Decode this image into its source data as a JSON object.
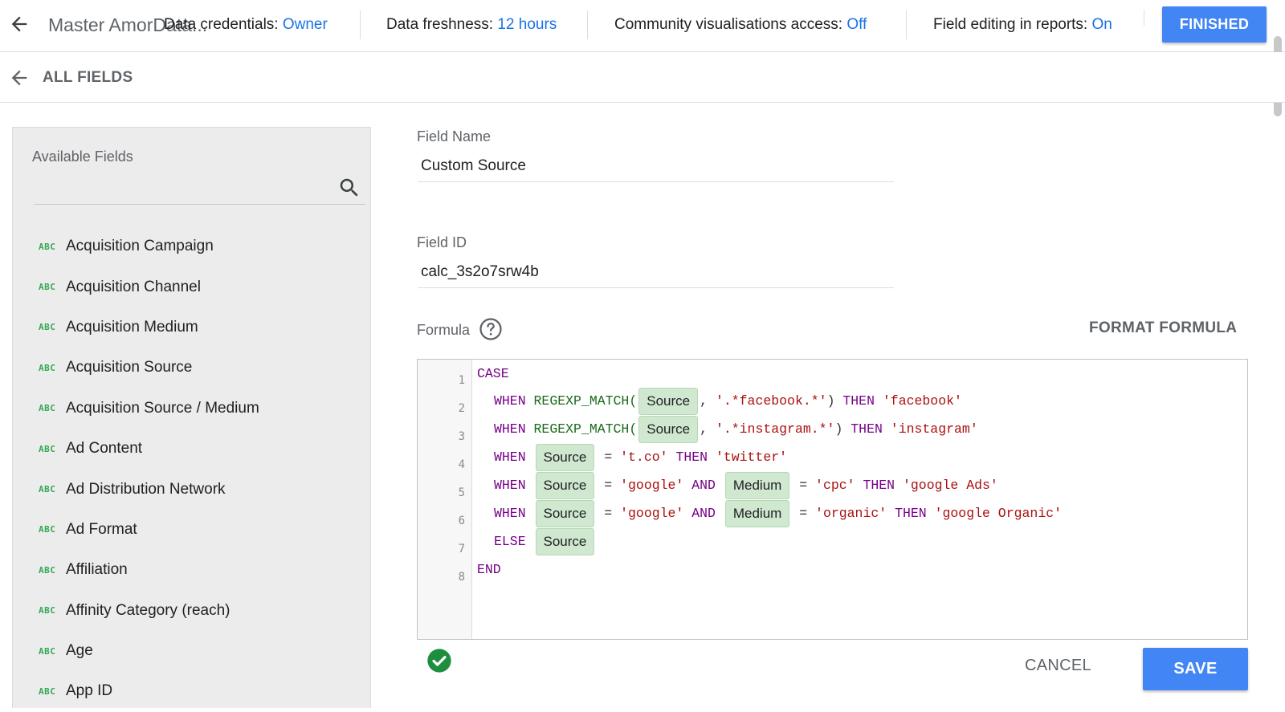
{
  "topbar": {
    "title": "Master AmorData...",
    "settings": [
      {
        "label": "Data credentials: ",
        "value": "Owner"
      },
      {
        "label": "Data freshness: ",
        "value": "12 hours"
      },
      {
        "label": "Community visualisations access: ",
        "value": "Off"
      },
      {
        "label": "Field editing in reports: ",
        "value": "On"
      }
    ],
    "finished_label": "FINISHED"
  },
  "subbar": {
    "label": "ALL FIELDS"
  },
  "fields_panel": {
    "heading": "Available Fields",
    "search_value": "",
    "type_badge": "ABC",
    "items": [
      "Acquisition Campaign",
      "Acquisition Channel",
      "Acquisition Medium",
      "Acquisition Source",
      "Acquisition Source / Medium",
      "Ad Content",
      "Ad Distribution Network",
      "Ad Format",
      "Affiliation",
      "Affinity Category (reach)",
      "Age",
      "App ID"
    ]
  },
  "form": {
    "field_name_label": "Field Name",
    "field_name_value": "Custom Source",
    "field_id_label": "Field ID",
    "field_id_value": "calc_3s2o7srw4b",
    "formula_label": "Formula",
    "format_formula_label": "FORMAT FORMULA",
    "line_numbers": [
      "1",
      "2",
      "3",
      "4",
      "5",
      "6",
      "7",
      "8"
    ],
    "cancel_label": "CANCEL",
    "save_label": "SAVE"
  },
  "formula": {
    "l1": {
      "kw": "CASE"
    },
    "l2": {
      "kw1": "WHEN",
      "fn": "REGEXP_MATCH(",
      "chip": "Source",
      "sep": ", ",
      "str1": "'.*facebook.*'",
      "close": ")",
      "kw2": "THEN",
      "str2": "'facebook'"
    },
    "l3": {
      "kw1": "WHEN",
      "fn": "REGEXP_MATCH(",
      "chip": "Source",
      "sep": ", ",
      "str1": "'.*instagram.*'",
      "close": ")",
      "kw2": "THEN",
      "str2": "'instagram'"
    },
    "l4": {
      "kw1": "WHEN",
      "chip": "Source",
      "eq": "=",
      "str1": "'t.co'",
      "kw2": "THEN",
      "str2": "'twitter'"
    },
    "l5": {
      "kw1": "WHEN",
      "chip1": "Source",
      "eq1": "=",
      "str1": "'google'",
      "kw2": "AND",
      "chip2": "Medium",
      "eq2": "=",
      "str2": "'cpc'",
      "kw3": "THEN",
      "str3": "'google Ads'"
    },
    "l6": {
      "kw1": "WHEN",
      "chip1": "Source",
      "eq1": "=",
      "str1": "'google'",
      "kw2": "AND",
      "chip2": "Medium",
      "eq2": "=",
      "str2": "'organic'",
      "kw3": "THEN",
      "str3": "'google Organic'"
    },
    "l7": {
      "kw": "ELSE",
      "chip": "Source"
    },
    "l8": {
      "kw": "END"
    }
  },
  "colors": {
    "accent": "#4285f4",
    "link": "#1a73e8",
    "keyword": "#770088",
    "string": "#aa1111",
    "chip_bg": "#cfe8cf",
    "valid": "#1e8e3e"
  }
}
